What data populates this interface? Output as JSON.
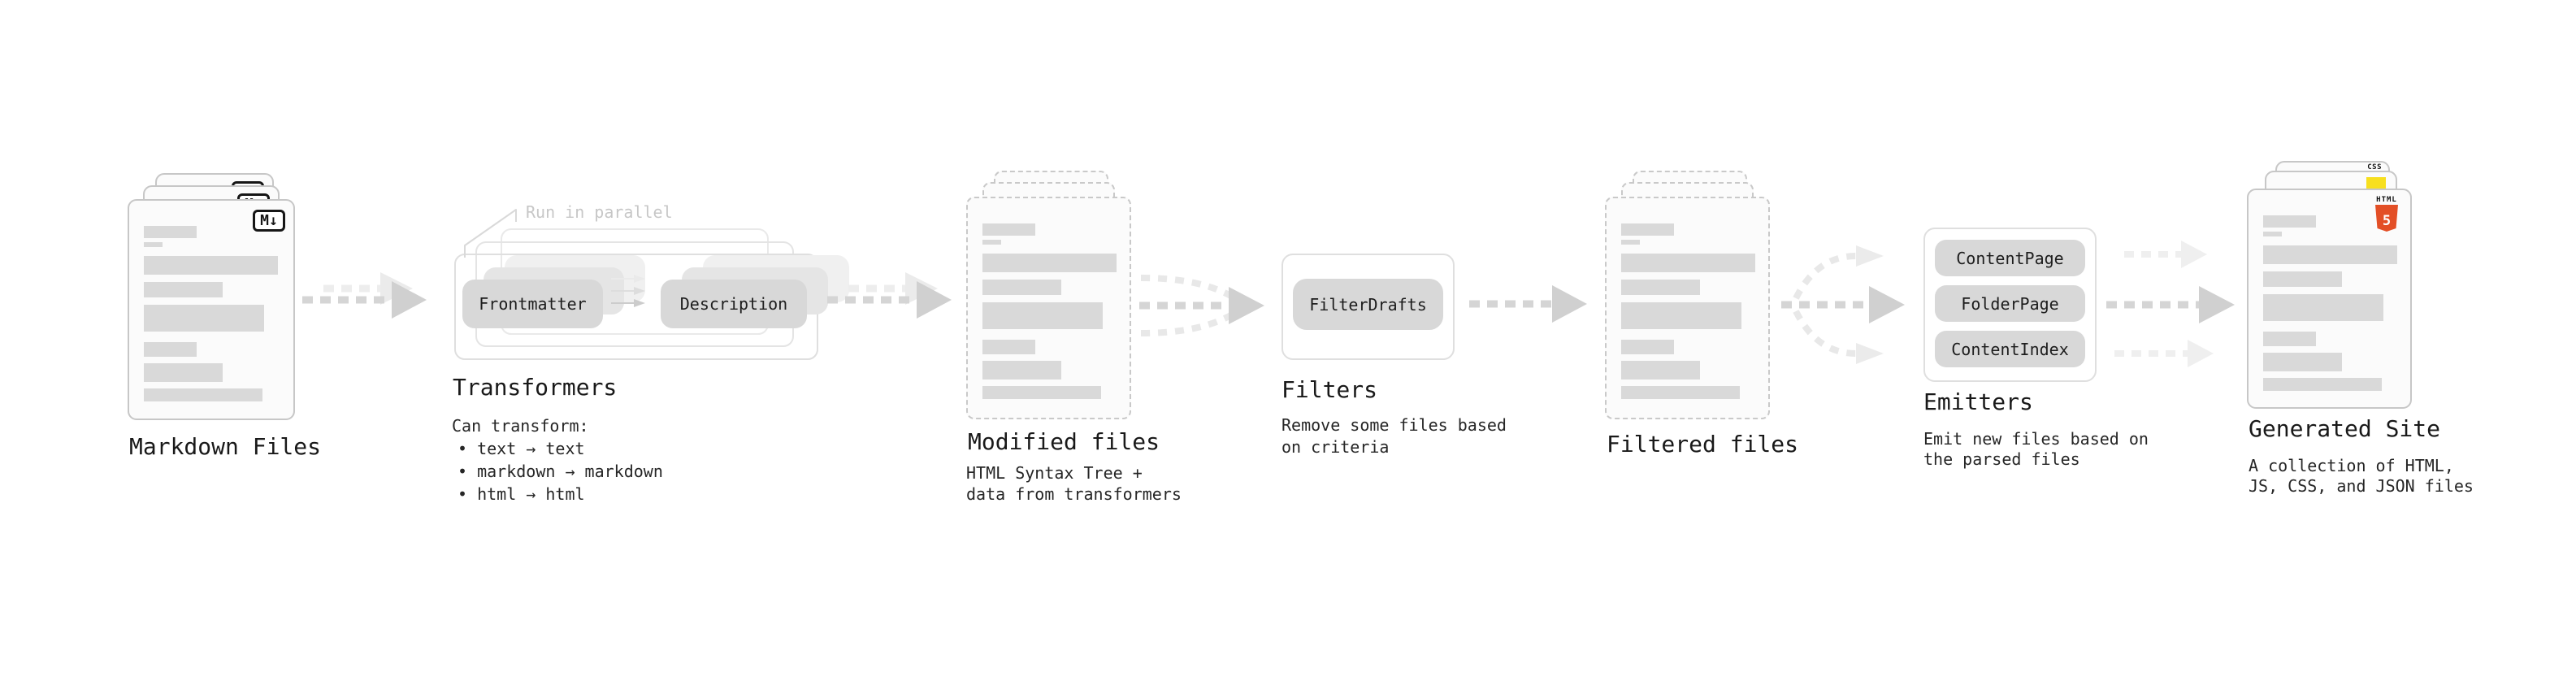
{
  "stages": {
    "markdown": {
      "title": "Markdown Files",
      "badge": "M↓"
    },
    "transformers": {
      "title": "Transformers",
      "note": "Run in parallel",
      "nodes": {
        "from": "Frontmatter",
        "to": "Description"
      },
      "desc_heading": "Can transform:",
      "bullets": [
        "• text → text",
        "• markdown → markdown",
        "• html → html"
      ]
    },
    "modified": {
      "title": "Modified files",
      "desc": [
        "HTML Syntax Tree +",
        "data from transformers"
      ]
    },
    "filters": {
      "title": "Filters",
      "node": "FilterDrafts",
      "desc": [
        "Remove some files based",
        "on criteria"
      ]
    },
    "filtered": {
      "title": "Filtered files"
    },
    "emitters": {
      "title": "Emitters",
      "nodes": [
        "ContentPage",
        "FolderPage",
        "ContentIndex"
      ],
      "desc": [
        "Emit new files based on",
        "the parsed files"
      ]
    },
    "generated": {
      "title": "Generated Site",
      "desc": [
        "A collection of HTML,",
        "JS, CSS, and JSON files"
      ],
      "file_badges": {
        "html5_text": "HTML",
        "html5_number": "5",
        "css_text": "CSS"
      }
    }
  },
  "colors": {
    "html5_orange": "#e34f26",
    "js_yellow": "#f7df1e",
    "css_blue": "#2d63e8"
  }
}
